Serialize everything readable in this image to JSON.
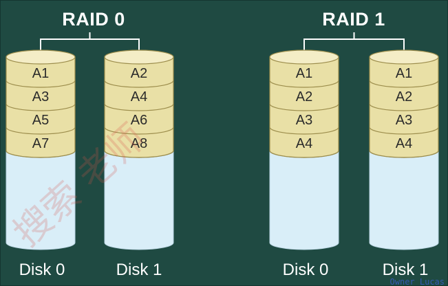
{
  "groups": [
    {
      "title": "RAID 0",
      "disks": [
        {
          "label": "Disk 0",
          "blocks": [
            "A1",
            "A3",
            "A5",
            "A7"
          ]
        },
        {
          "label": "Disk 1",
          "blocks": [
            "A2",
            "A4",
            "A6",
            "A8"
          ]
        }
      ]
    },
    {
      "title": "RAID 1",
      "disks": [
        {
          "label": "Disk 0",
          "blocks": [
            "A1",
            "A2",
            "A3",
            "A4"
          ]
        },
        {
          "label": "Disk 1",
          "blocks": [
            "A1",
            "A2",
            "A3",
            "A4"
          ]
        }
      ]
    }
  ],
  "watermark": "Owner Lucas",
  "watermark_cn": "搜索 老师",
  "colors": {
    "background": "#1f4a42",
    "block_fill": "#e9e0a6",
    "block_top": "#f4edc6",
    "block_stroke": "#9c8d4c",
    "disk_fill": "#d9eef8",
    "connector": "#ffffff"
  }
}
